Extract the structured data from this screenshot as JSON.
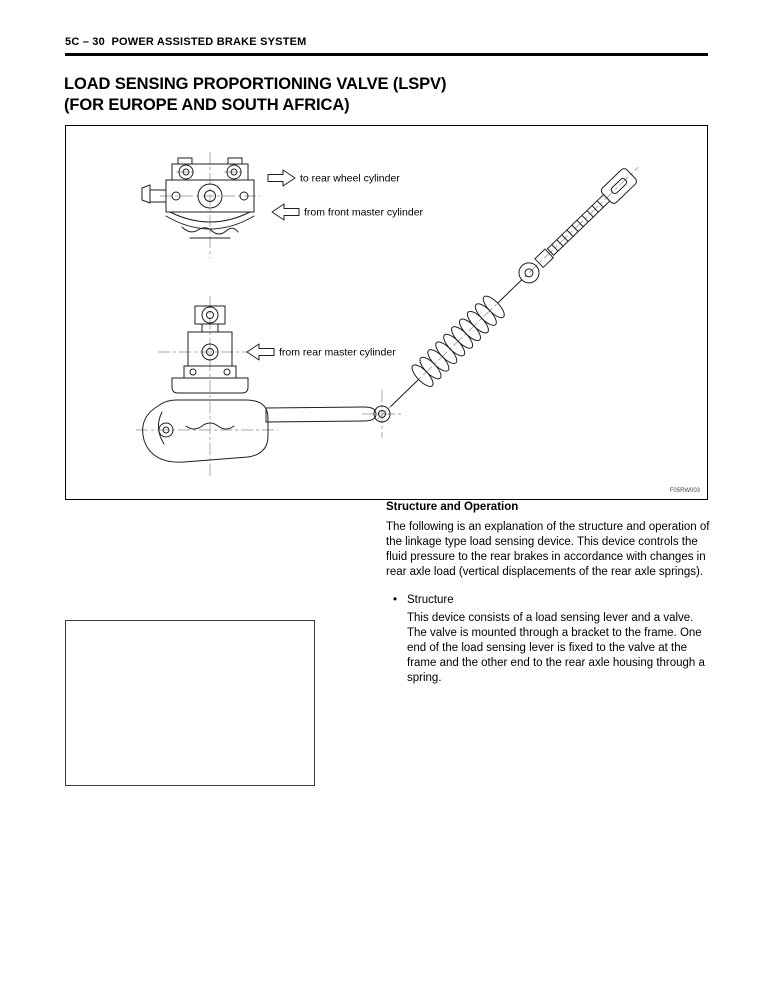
{
  "header": {
    "page_label": "5C – 30  POWER ASSISTED BRAKE SYSTEM"
  },
  "title": {
    "line1": "LOAD SENSING PROPORTIONING VALVE (LSPV)",
    "line2": "(FOR EUROPE AND SOUTH AFRICA)"
  },
  "figure": {
    "labels": {
      "to_rear_wheel": "to rear wheel cylinder",
      "from_front_master": "from front master cylinder",
      "from_rear_master": "from rear master cylinder"
    },
    "caption": "F05RW003"
  },
  "content": {
    "heading": "Structure and Operation",
    "intro": "The following is an explanation of the structure and operation of the linkage type load sensing device. This device controls the fluid pressure to the rear brakes in accordance with changes in rear axle load (vertical displacements of the rear axle springs).",
    "bullet": {
      "title": "Structure",
      "para1": "This device consists of a load sensing lever and a valve.",
      "para2": "The valve is mounted through a bracket to the frame. One end of the load sensing lever is fixed to the valve at the frame and the other end to the rear axle housing through a spring."
    }
  }
}
